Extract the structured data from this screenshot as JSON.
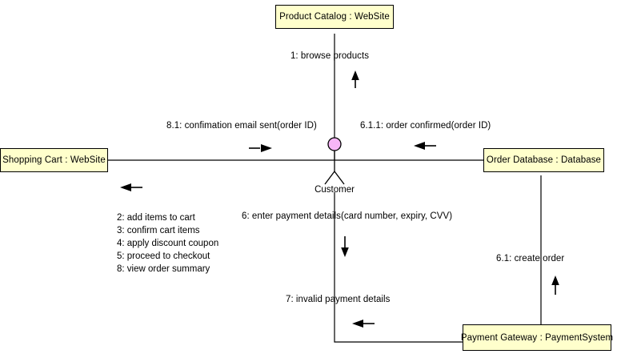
{
  "diagram": {
    "type": "uml-communication-diagram",
    "background_color": "#ffffff",
    "line_color": "#000000",
    "node_fill": "#ffffcc",
    "actor_head_color": "#f7b6f7"
  },
  "nodes": {
    "product_catalog": {
      "label": "Product Catalog : WebSite"
    },
    "shopping_cart": {
      "label": "Shopping Cart : WebSite"
    },
    "order_database": {
      "label": "Order Database : Database"
    },
    "payment_gateway": {
      "label": "Payment Gateway : PaymentSystem"
    },
    "customer": {
      "label": "Customer"
    }
  },
  "messages": {
    "browse_products": "1: browse products",
    "confirmation_email": "8.1: confimation email sent(order ID)",
    "order_confirmed": "6.1.1: order confirmed(order ID)",
    "cart_messages": [
      "2: add items to cart",
      "3: confirm cart items",
      "4: apply discount coupon",
      "5: proceed to checkout",
      "8: view order summary"
    ],
    "enter_payment": "6: enter payment details(card number, expiry, CVV)",
    "invalid_payment": "7: invalid payment details",
    "create_order": "6.1: create order"
  }
}
